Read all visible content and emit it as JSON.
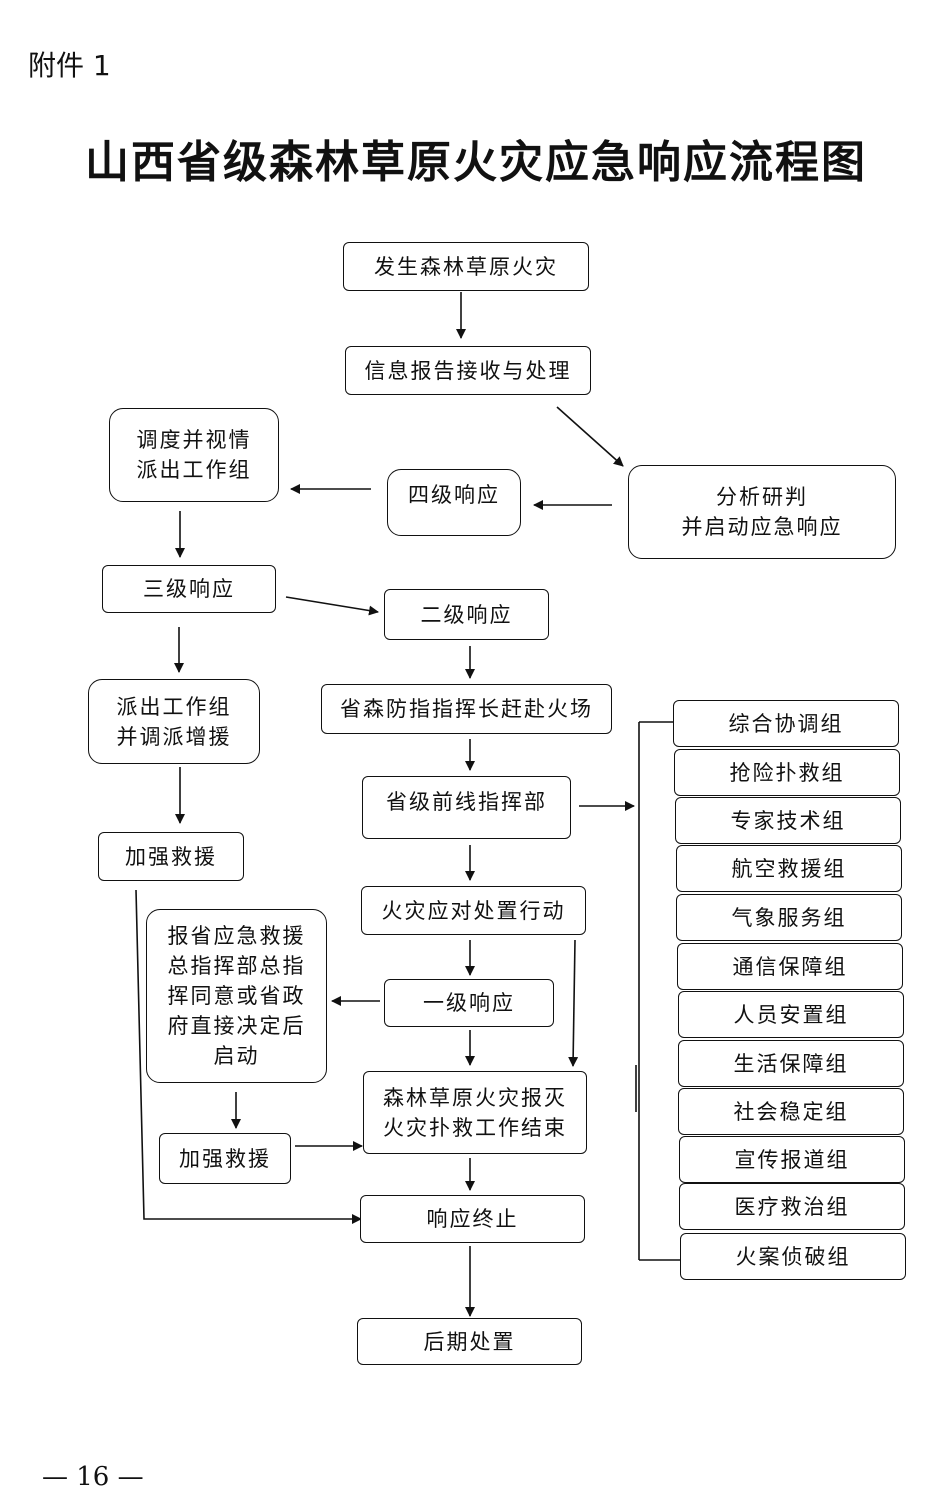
{
  "header": {
    "annex_label": "附件 1",
    "title": "山西省级森林草原火灾应急响应流程图"
  },
  "nodes": {
    "fire": "发生森林草原火灾",
    "report": "信息报告接收与处理",
    "analyze": "分析研判\n并启动应急响应",
    "level4": "四级响应",
    "dispatch": "调度并视情\n派出工作组",
    "level3": "三级响应",
    "level2": "二级响应",
    "team": "派出工作组\n并调派增援",
    "commander": "省森防指指挥长赶赴火场",
    "reinforce1": "加强救援",
    "frontline": "省级前线指挥部",
    "action": "火灾应对处置行动",
    "approval": "报省应急救援\n总指挥部总指\n挥同意或省政\n府直接决定后\n启动",
    "level1": "一级响应",
    "extinguished": "森林草原火灾报灭\n火灾扑救工作结束",
    "reinforce2": "加强救援",
    "terminate": "响应终止",
    "aftermath": "后期处置"
  },
  "groups": [
    "综合协调组",
    "抢险扑救组",
    "专家技术组",
    "航空救援组",
    "气象服务组",
    "通信保障组",
    "人员安置组",
    "生活保障组",
    "社会稳定组",
    "宣传报道组",
    "医疗救治组",
    "火案侦破组"
  ],
  "footer": {
    "page_number": "— 16 —"
  }
}
